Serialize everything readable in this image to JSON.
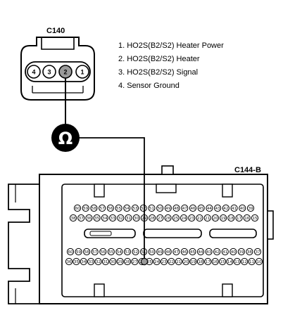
{
  "connector_top": {
    "name": "C140",
    "pins": [
      "4",
      "3",
      "2",
      "1"
    ],
    "highlighted_pin": "2"
  },
  "legend": [
    "1. HO2S(B2/S2)  Heater Power",
    "2. HO2S(B2/S2) Heater",
    "3. HO2S(B2/S2) Signal",
    "4. Sensor Ground"
  ],
  "meter": {
    "symbol": "Ω",
    "icon": "ohmmeter-icon"
  },
  "connector_bottom": {
    "name": "C144-B",
    "row1": [
      "60",
      "59",
      "58",
      "57",
      "56",
      "55",
      "54",
      "53",
      "52",
      "51",
      "50",
      "49",
      "48",
      "47",
      "46",
      "45",
      "44",
      "43",
      "42",
      "41",
      "40",
      "39"
    ],
    "row2": [
      "38",
      "37",
      "36",
      "35",
      "34",
      "33",
      "32",
      "31",
      "30",
      "29",
      "28",
      "27",
      "26",
      "25",
      "24",
      "23",
      "22",
      "21",
      "20",
      "19",
      "18",
      "17",
      "16",
      "15"
    ],
    "row4": [
      "60",
      "59",
      "58",
      "57",
      "56",
      "55",
      "54",
      "53",
      "52",
      "51",
      "50",
      "49",
      "48",
      "47",
      "46",
      "45",
      "44",
      "43",
      "42",
      "41",
      "40",
      "39",
      "38",
      "37"
    ],
    "row5": [
      "36",
      "35",
      "34",
      "33",
      "32",
      "31",
      "30",
      "29",
      "28",
      "27",
      "26",
      "25",
      "24",
      "23",
      "22",
      "21",
      "20",
      "19",
      "18",
      "17",
      "16",
      "15",
      "14",
      "13",
      "12",
      "11",
      "10"
    ]
  },
  "colors": {
    "line": "#000000",
    "pin_highlight": "#9a9a9a",
    "meter_fill": "#000000",
    "background": "#ffffff"
  }
}
